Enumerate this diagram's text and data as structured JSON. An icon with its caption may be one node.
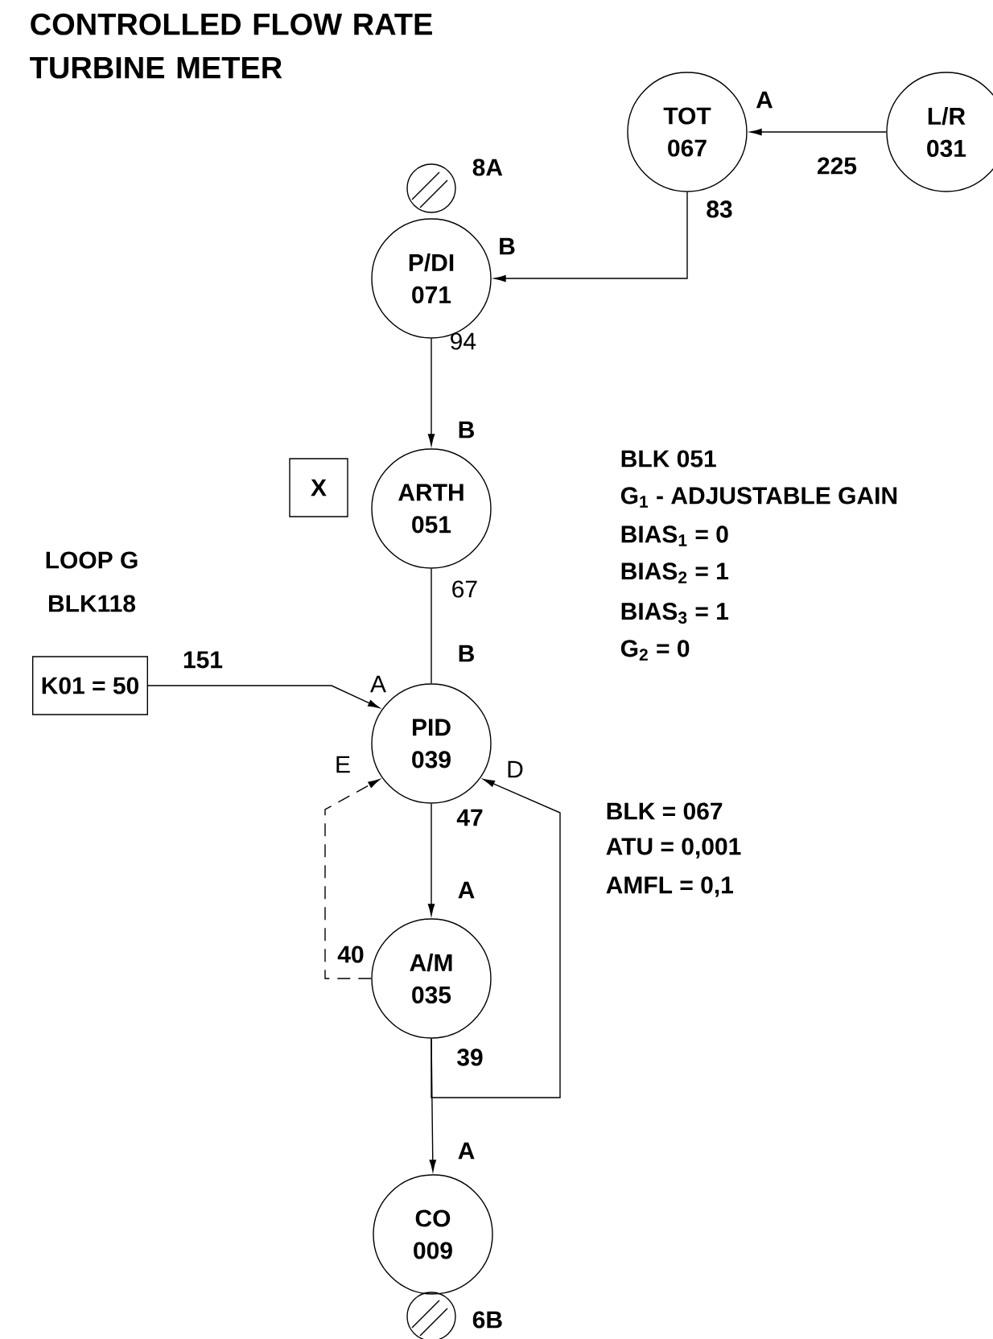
{
  "diagram": {
    "title": "CONTROLLED FLOW RATE TURBINE METER",
    "nodes": [
      {
        "text": [
          "TOT 067"
        ]
      },
      {
        "text": [
          "L/R 031"
        ]
      },
      {
        "text": [],
        "shape": "circle",
        "beside": [
          "8A"
        ]
      },
      {
        "text": [
          "P/DI 071"
        ]
      },
      {
        "text": [
          "X"
        ]
      },
      {
        "text": [
          "ARTH 051"
        ]
      },
      {
        "text": [
          "K01 = 50"
        ]
      },
      {
        "text": [
          "PID 039"
        ]
      },
      {
        "text": [
          "A/M 035"
        ]
      },
      {
        "text": [
          "CO 009"
        ]
      },
      {
        "text": [],
        "shape": "circle",
        "beside": [
          "6B"
        ]
      }
    ],
    "edges": [
      {
        "from": 1,
        "to": 0,
        "arrow": "to"
      },
      {
        "from": 0,
        "to": 3,
        "arrow": "to"
      },
      {
        "from": 3,
        "to": 5,
        "arrow": "to"
      },
      {
        "from": 5,
        "to": 7,
        "arrow": "none"
      },
      {
        "from": 6,
        "to": 7,
        "arrow": "to"
      },
      {
        "from": 7,
        "to": 8,
        "arrow": "to"
      },
      {
        "from": 8,
        "to": 7,
        "arrow": "to",
        "style": "dashed"
      },
      {
        "from": 8,
        "to": 9,
        "arrow": "to"
      },
      {
        "from": 8,
        "to": 7,
        "arrow": "to"
      }
    ],
    "labels": [
      "A",
      "225",
      "83",
      "B",
      "94",
      "B",
      "BLK 051",
      "G$_{1}$ - ADJUSTABLE GAIN",
      "BIAS$_{1}$ = 0",
      "BIAS$_{2}$ = 1",
      "BIAS$_{3}$ = 1",
      "G$_{2}$ = 0",
      "LOOP G",
      "BLK118",
      "151",
      "67",
      "B",
      "A",
      "E",
      "D",
      "47",
      "BLK = 067",
      "ATU = 0,001",
      "AMFL = 0,1",
      "A",
      "40",
      "39",
      "A"
    ]
  }
}
